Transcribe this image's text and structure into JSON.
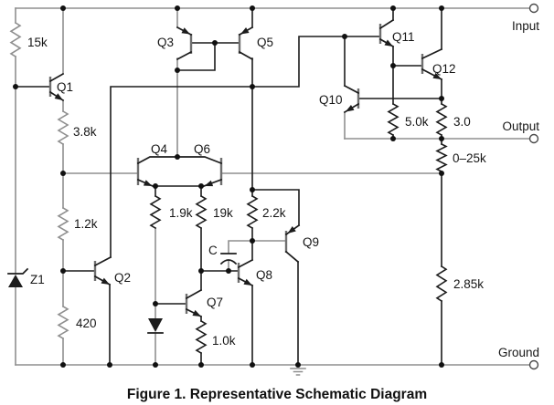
{
  "caption": "Figure 1. Representative Schematic Diagram",
  "terminals": {
    "input": "Input",
    "output": "Output",
    "ground": "Ground"
  },
  "transistors": {
    "q1": "Q1",
    "q2": "Q2",
    "q3": "Q3",
    "q4": "Q4",
    "q5": "Q5",
    "q6": "Q6",
    "q7": "Q7",
    "q8": "Q8",
    "q9": "Q9",
    "q10": "Q10",
    "q11": "Q11",
    "q12": "Q12"
  },
  "resistors": {
    "r15k": "15k",
    "r3_8k": "3.8k",
    "r1_2k": "1.2k",
    "r420": "420",
    "r1_9k": "1.9k",
    "r19k": "19k",
    "r2_2k": "2.2k",
    "r1_0k": "1.0k",
    "r5_0k": "5.0k",
    "r3_0": "3.0",
    "rpot": "0–25k",
    "r2_85k": "2.85k"
  },
  "capacitor": {
    "c": "C"
  },
  "diodes": {
    "z1": "Z1"
  },
  "colors": {
    "wire_gray": "#8f8f8f",
    "line_black": "#1c1c1c",
    "background": "#ffffff"
  }
}
